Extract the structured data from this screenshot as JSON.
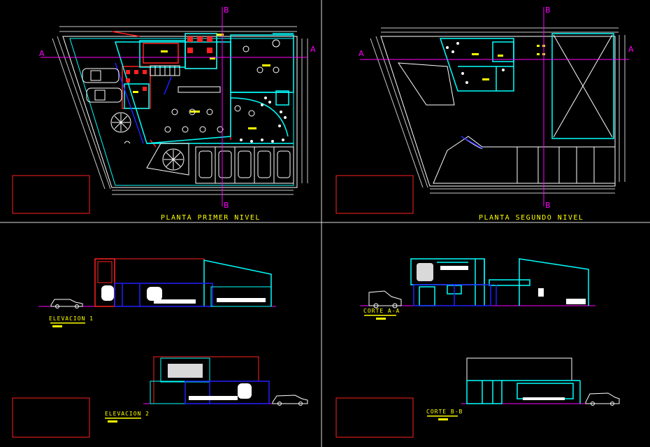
{
  "titles": {
    "plan_first": "PLANTA PRIMER NIVEL",
    "plan_second": "PLANTA SEGUNDO NIVEL",
    "elev_1": "ELEVACION 1",
    "elev_2": "ELEVACION 2",
    "section_a": "CORTE A-A",
    "section_b": "CORTE B-B"
  },
  "grid_marks": {
    "a": "A",
    "b": "B"
  },
  "colors": {
    "background": "#000000",
    "wall": "#00ffff",
    "blue": "#2020ff",
    "red": "#ff2020",
    "magenta": "#ff00ff",
    "yellow": "#ffff00",
    "white": "#ffffff",
    "dim": "#c8c8c8"
  }
}
